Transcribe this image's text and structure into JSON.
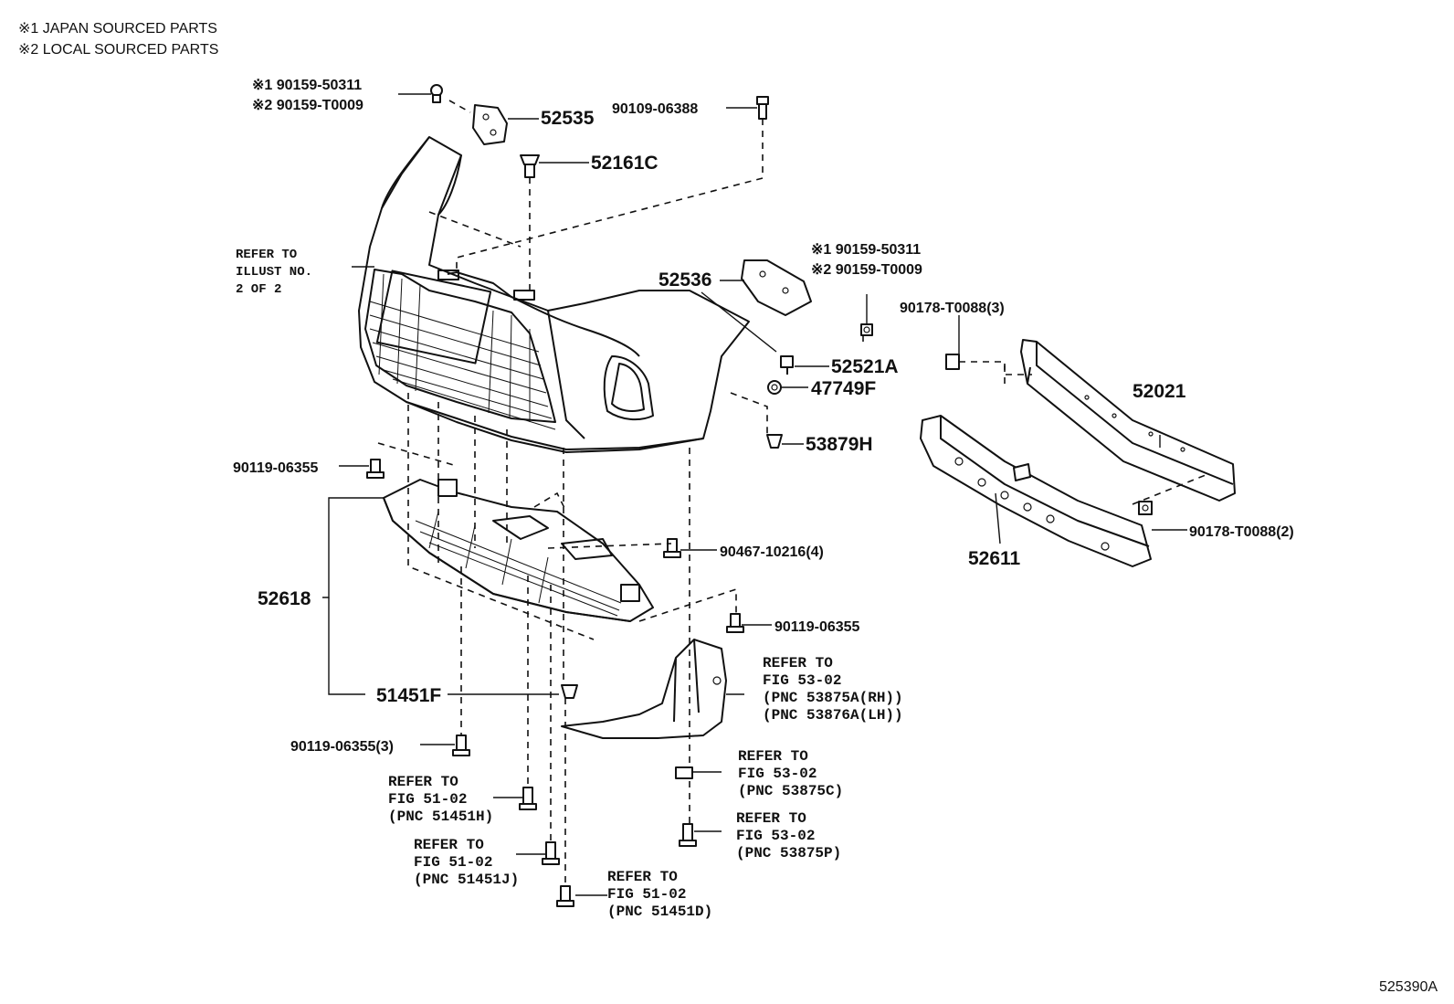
{
  "legend": {
    "japan": "※1 JAPAN SOURCED PARTS",
    "local": "※2 LOCAL SOURCED PARTS"
  },
  "labels": {
    "l_90159_50311_a": "※1 90159-50311",
    "l_90159_t0009_a": "※2 90159-T0009",
    "l_52535": "52535",
    "l_90109_06388": "90109-06388",
    "l_52161c": "52161C",
    "l_52536": "52536",
    "l_90159_50311_b": "※1 90159-50311",
    "l_90159_t0009_b": "※2 90159-T0009",
    "l_52521a": "52521A",
    "l_47749f": "47749F",
    "l_53879h": "53879H",
    "l_90178_t0088_3": "90178-T0088(3)",
    "l_52021": "52021",
    "l_90178_t0088_2": "90178-T0088(2)",
    "l_52611": "52611",
    "l_90119_06355_a": "90119-06355",
    "l_90467_10216": "90467-10216(4)",
    "l_52618": "52618",
    "l_90119_06355_b": "90119-06355",
    "l_51451f": "51451F",
    "l_90119_06355_3": "90119-06355(3)"
  },
  "refs": {
    "illust": [
      "REFER TO",
      "ILLUST NO.",
      "2 OF 2"
    ],
    "r_53875a": [
      "REFER TO",
      "FIG 53-02",
      "(PNC 53875A(RH))",
      "(PNC 53876A(LH))"
    ],
    "r_53875c": [
      "REFER TO",
      "FIG 53-02",
      "(PNC 53875C)"
    ],
    "r_53875p": [
      "REFER TO",
      "FIG 53-02",
      "(PNC 53875P)"
    ],
    "r_51451h": [
      "REFER TO",
      "FIG 51-02",
      "(PNC 51451H)"
    ],
    "r_51451j": [
      "REFER TO",
      "FIG 51-02",
      "(PNC 51451J)"
    ],
    "r_51451d": [
      "REFER TO",
      "FIG 51-02",
      "(PNC 51451D)"
    ]
  },
  "diagram_code": "525390A"
}
